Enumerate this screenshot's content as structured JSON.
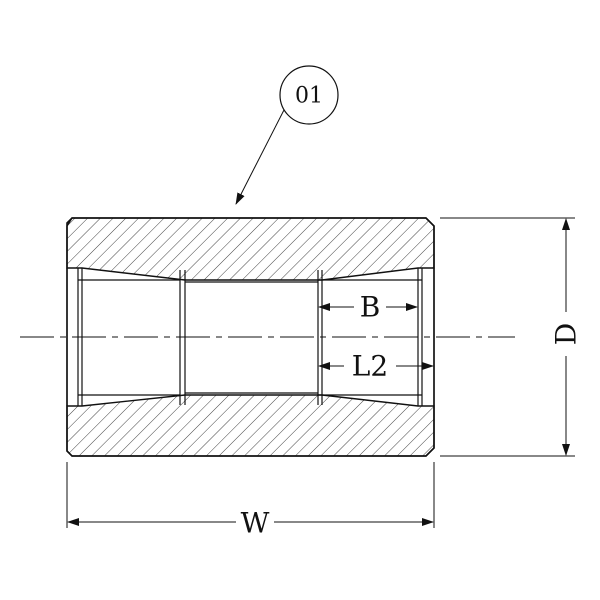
{
  "part_callout": {
    "label": "01"
  },
  "dimensions": {
    "outer_diameter": "D",
    "overall_width": "W",
    "bore": "B",
    "thread_length": "L2"
  },
  "colors": {
    "line": "#111111",
    "hatch": "#444444",
    "background": "#ffffff"
  }
}
